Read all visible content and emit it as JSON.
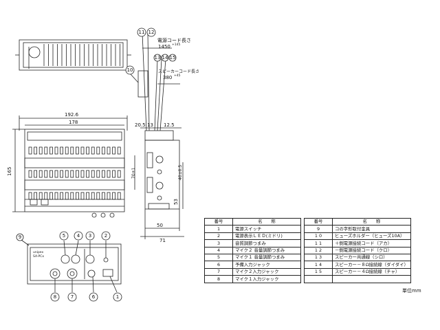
{
  "drawing": {
    "cord_power_label": "電源コード長さ",
    "cord_power_length": "1450",
    "cord_power_tol": "+145",
    "cord_speaker_label": "スピーカーコード長さ",
    "cord_speaker_length": "380",
    "cord_speaker_tol": "+45",
    "dim_192": "192.6",
    "dim_178": "178",
    "dim_165": "165",
    "dim_20_5": "20.5",
    "dim_13": "13",
    "dim_12_5": "12.5",
    "dim_70": "70±1",
    "dim_40": "40±0.5",
    "dim_53": "53",
    "dim_50": "50",
    "dim_71": "71",
    "panel_brand": "unipex",
    "panel_model": "SA-PCx",
    "callouts_top": [
      "11",
      "12",
      "13",
      "14",
      "15",
      "10"
    ],
    "callouts_front": [
      "9",
      "5",
      "4",
      "3",
      "2",
      "8",
      "7",
      "6",
      "1"
    ]
  },
  "parts_table": {
    "header": [
      "番号",
      "名　　称",
      "番号",
      "名　　称"
    ],
    "left": [
      {
        "no": "1",
        "name": "電源スイッチ"
      },
      {
        "no": "2",
        "name": "電源表示ＬＥＤ(ミドリ)"
      },
      {
        "no": "3",
        "name": "音質調節つまみ"
      },
      {
        "no": "4",
        "name": "マイク２ 音量調節つまみ"
      },
      {
        "no": "5",
        "name": "マイク１ 音量調節つまみ"
      },
      {
        "no": "6",
        "name": "予備入力ジャック"
      },
      {
        "no": "7",
        "name": "マイク２入力ジャック"
      },
      {
        "no": "8",
        "name": "マイク１入力ジャック"
      }
    ],
    "right": [
      {
        "no": "9",
        "name": "コの字形取付金具"
      },
      {
        "no": "1 0",
        "name": "ヒューズホルダー（ヒューズ10A）"
      },
      {
        "no": "1 1",
        "name": "＋側電源接続コード（アカ）"
      },
      {
        "no": "1 2",
        "name": "－側電源接続コード（クロ）"
      },
      {
        "no": "1 3",
        "name": "スピーカー共通線（シロ）"
      },
      {
        "no": "1 4",
        "name": "スピーカー－８Ω接続線（ダイダイ）"
      },
      {
        "no": "1 5",
        "name": "スピーカー－４Ω接続線（チャ）"
      },
      {
        "no": "",
        "name": ""
      }
    ]
  },
  "unit_label": "単位mm"
}
